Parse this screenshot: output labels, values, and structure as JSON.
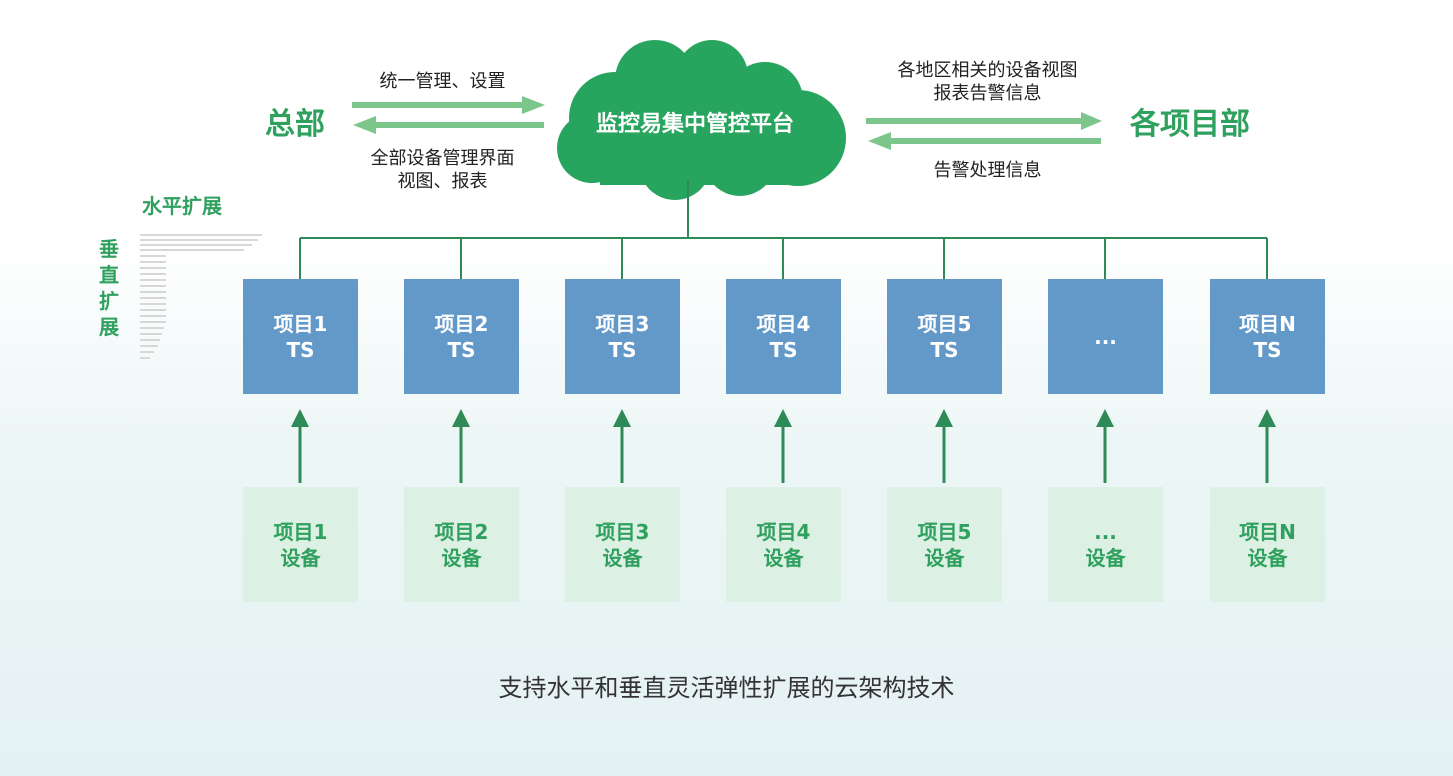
{
  "diagram": {
    "headquarters": "总部",
    "project_departments": "各项目部",
    "platform": "监控易集中管控平台",
    "hq_to_platform": "统一管理、设置",
    "platform_to_hq": [
      "全部设备管理界面",
      "视图、报表"
    ],
    "platform_to_projects": [
      "各地区相关的设备视图",
      "报表告警信息"
    ],
    "projects_to_platform": "告警处理信息",
    "horizontal_scale": "水平扩展",
    "vertical_scale": "垂直扩展",
    "ts_nodes": [
      {
        "line1": "项目1",
        "line2": "TS"
      },
      {
        "line1": "项目2",
        "line2": "TS"
      },
      {
        "line1": "项目3",
        "line2": "TS"
      },
      {
        "line1": "项目4",
        "line2": "TS"
      },
      {
        "line1": "项目5",
        "line2": "TS"
      },
      {
        "line1": "...",
        "line2": ""
      },
      {
        "line1": "项目N",
        "line2": "TS"
      }
    ],
    "device_nodes": [
      {
        "line1": "项目1",
        "line2": "设备"
      },
      {
        "line1": "项目2",
        "line2": "设备"
      },
      {
        "line1": "项目3",
        "line2": "设备"
      },
      {
        "line1": "项目4",
        "line2": "设备"
      },
      {
        "line1": "项目5",
        "line2": "设备"
      },
      {
        "line1": "...",
        "line2": "设备"
      },
      {
        "line1": "项目N",
        "line2": "设备"
      }
    ],
    "caption": "支持水平和垂直灵活弹性扩展的云架构技术"
  },
  "colors": {
    "green": "#2fa05e",
    "light_green_arrow": "#7cc68b",
    "blue_box": "#6399c8",
    "device_box": "#dcf0e4",
    "cloud": "#27a45e"
  }
}
